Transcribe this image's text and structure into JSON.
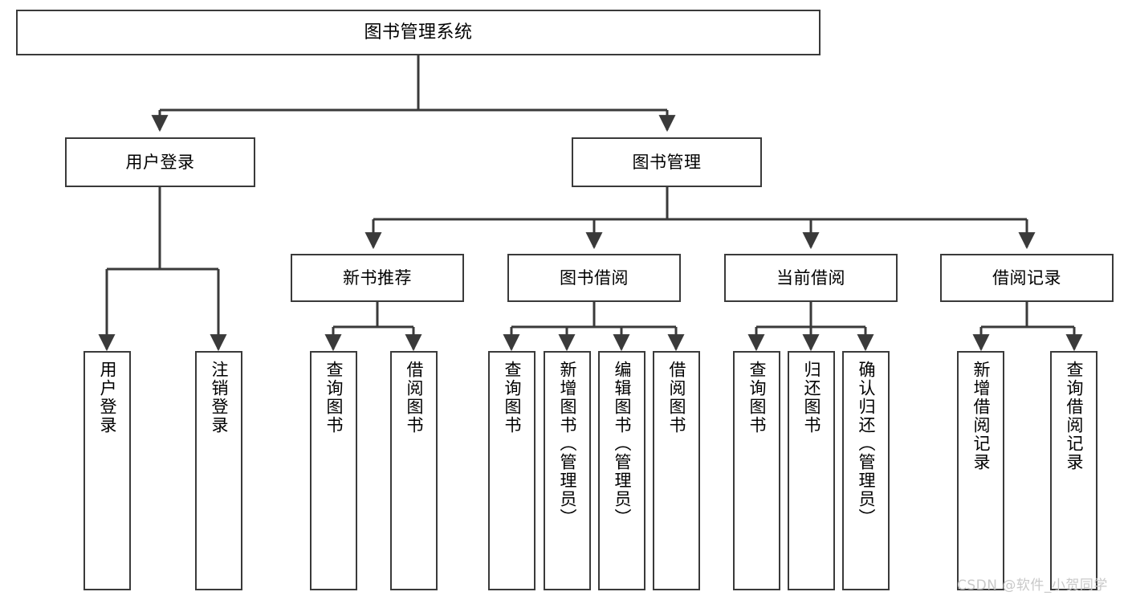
{
  "diagram": {
    "title": "图书管理系统",
    "watermark": "CSDN @软件_小贺同学",
    "stroke_color": "#3a3a3a",
    "fill_color": "#ffffff",
    "text_color": "#000000",
    "watermark_color": "#c9c9c9"
  },
  "nodes": {
    "root": {
      "label": "图书管理系统"
    },
    "level2": [
      {
        "label": "用户登录"
      },
      {
        "label": "图书管理"
      }
    ],
    "level3": [
      {
        "label": "新书推荐"
      },
      {
        "label": "图书借阅"
      },
      {
        "label": "当前借阅"
      },
      {
        "label": "借阅记录"
      }
    ],
    "leaves_user_login": [
      {
        "label": "用户登录"
      },
      {
        "label": "注销登录"
      }
    ],
    "leaves_new_books": [
      {
        "label": "查询图书"
      },
      {
        "label": "借阅图书"
      }
    ],
    "leaves_borrow": [
      {
        "label": "查询图书"
      },
      {
        "label": "新增图书（管理员）"
      },
      {
        "label": "编辑图书（管理员）"
      },
      {
        "label": "借阅图书"
      }
    ],
    "leaves_current": [
      {
        "label": "查询图书"
      },
      {
        "label": "归还图书"
      },
      {
        "label": "确认归还（管理员）"
      }
    ],
    "leaves_records": [
      {
        "label": "新增借阅记录"
      },
      {
        "label": "查询借阅记录"
      }
    ]
  }
}
